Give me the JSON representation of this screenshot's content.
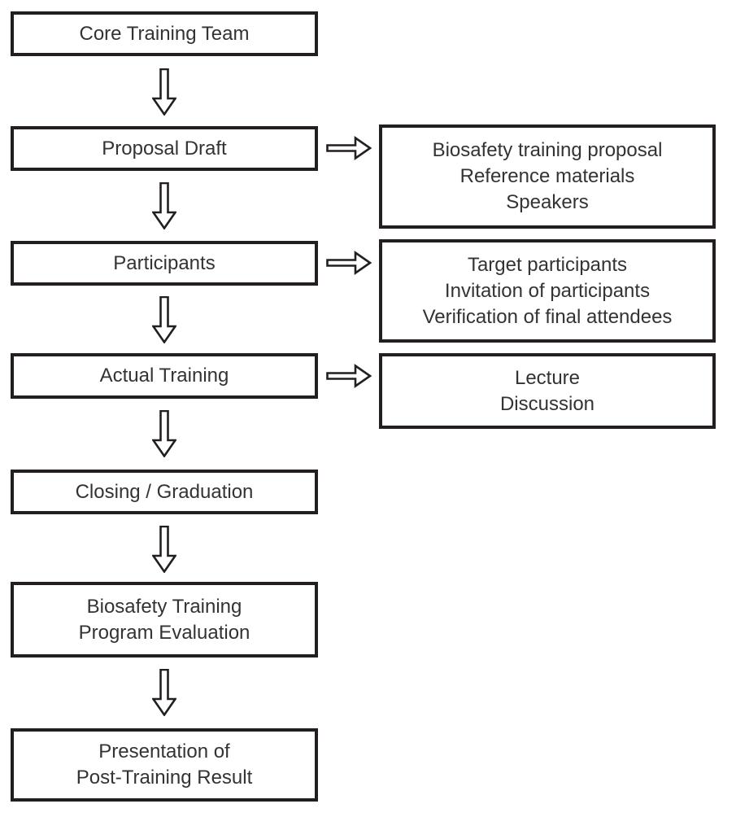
{
  "colors": {
    "border": "#231f20",
    "text": "#333333",
    "background": "#ffffff"
  },
  "flow": {
    "steps": [
      {
        "lines": [
          "Core Training Team"
        ]
      },
      {
        "lines": [
          "Proposal Draft"
        ],
        "details": [
          "Biosafety training proposal",
          "Reference materials",
          "Speakers"
        ]
      },
      {
        "lines": [
          "Participants"
        ],
        "details": [
          "Target participants",
          "Invitation of participants",
          "Verification of final attendees"
        ]
      },
      {
        "lines": [
          "Actual Training"
        ],
        "details": [
          "Lecture",
          "Discussion"
        ]
      },
      {
        "lines": [
          "Closing / Graduation"
        ]
      },
      {
        "lines": [
          "Biosafety Training",
          "Program Evaluation"
        ]
      },
      {
        "lines": [
          "Presentation of",
          "Post-Training Result"
        ]
      }
    ]
  }
}
